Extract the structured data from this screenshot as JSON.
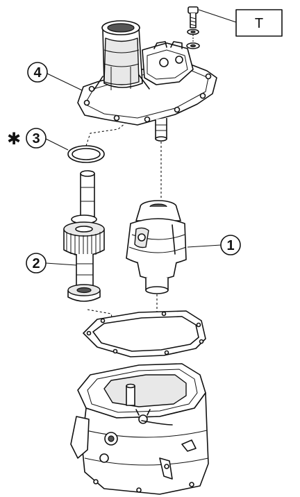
{
  "callouts": {
    "c1": "1",
    "c2": "2",
    "c3": "3",
    "c4": "4",
    "torque_box": "T",
    "asterisk": "✱"
  },
  "colors": {
    "ink": "#111111",
    "background": "#ffffff"
  }
}
